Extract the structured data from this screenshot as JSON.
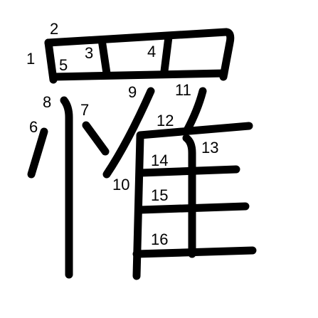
{
  "figure": {
    "ink_color": "#000000",
    "background": "#ffffff",
    "stroke_numbers": [
      "1",
      "2",
      "3",
      "4",
      "5",
      "6",
      "7",
      "8",
      "9",
      "10",
      "11",
      "12",
      "13",
      "14",
      "15",
      "16"
    ]
  }
}
